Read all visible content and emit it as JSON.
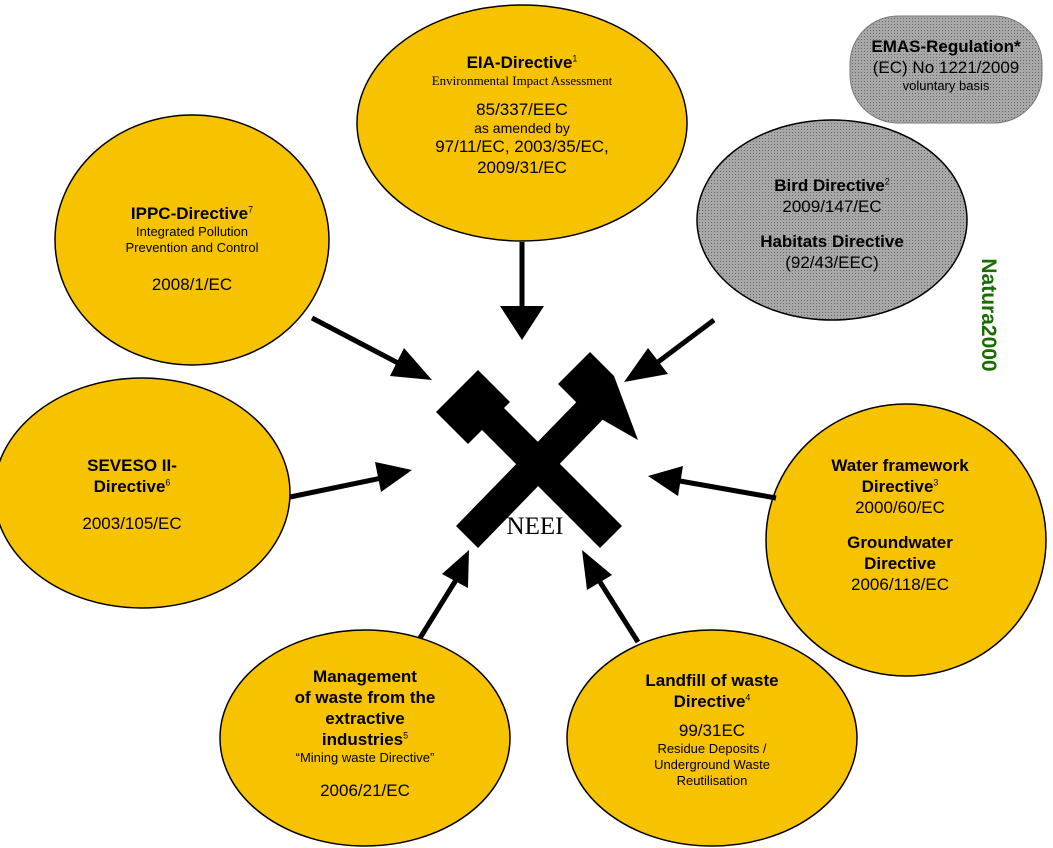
{
  "colors": {
    "directive_fill": "#F7C300",
    "natura_fill": "#8a8a8a",
    "emas_fill": "#9a9a9a",
    "natura_label": "#1a6b00"
  },
  "center": {
    "icon": "hammer-and-pick-icon",
    "label": "NEEI"
  },
  "emas": {
    "title": "EMAS-Regulation*",
    "number": "(EC) No 1221/2009",
    "note": "voluntary basis"
  },
  "natura_label": "Natura2000",
  "eia": {
    "title": "EIA-Directive",
    "sup": "1",
    "subtitle": "Environmental Impact Assessment",
    "number": "85/337/EEC",
    "amended": "as amended by",
    "amend1": "97/11/EC, 2003/35/EC,",
    "amend2": "2009/31/EC"
  },
  "ippc": {
    "title": "IPPC-Directive",
    "sup": "7",
    "sub1": "Integrated Pollution",
    "sub2": "Prevention and Control",
    "number": "2008/1/EC"
  },
  "bird": {
    "title": "Bird Directive",
    "sup": "2",
    "number": "2009/147/EC",
    "title2": "Habitats Directive",
    "number2": "(92/43/EEC)"
  },
  "seveso": {
    "title1": "SEVESO II-",
    "title2": "Directive",
    "sup": "6",
    "number": "2003/105/EC"
  },
  "water": {
    "title1": "Water framework",
    "title2": "Directive",
    "sup": "3",
    "number": "2000/60/EC",
    "title3": "Groundwater",
    "title4": "Directive",
    "number2": "2006/118/EC"
  },
  "mining": {
    "line1": "Management",
    "line2": "of waste from the",
    "line3": "extractive",
    "line4": "industries",
    "sup": "5",
    "quote": "“Mining waste Directive”",
    "number": "2006/21/EC"
  },
  "landfill": {
    "title1": "Landfill of waste",
    "title2": "Directive",
    "sup": "4",
    "number": "99/31EC",
    "sub1": "Residue Deposits /",
    "sub2": "Underground Waste",
    "sub3": "Reutilisation"
  }
}
